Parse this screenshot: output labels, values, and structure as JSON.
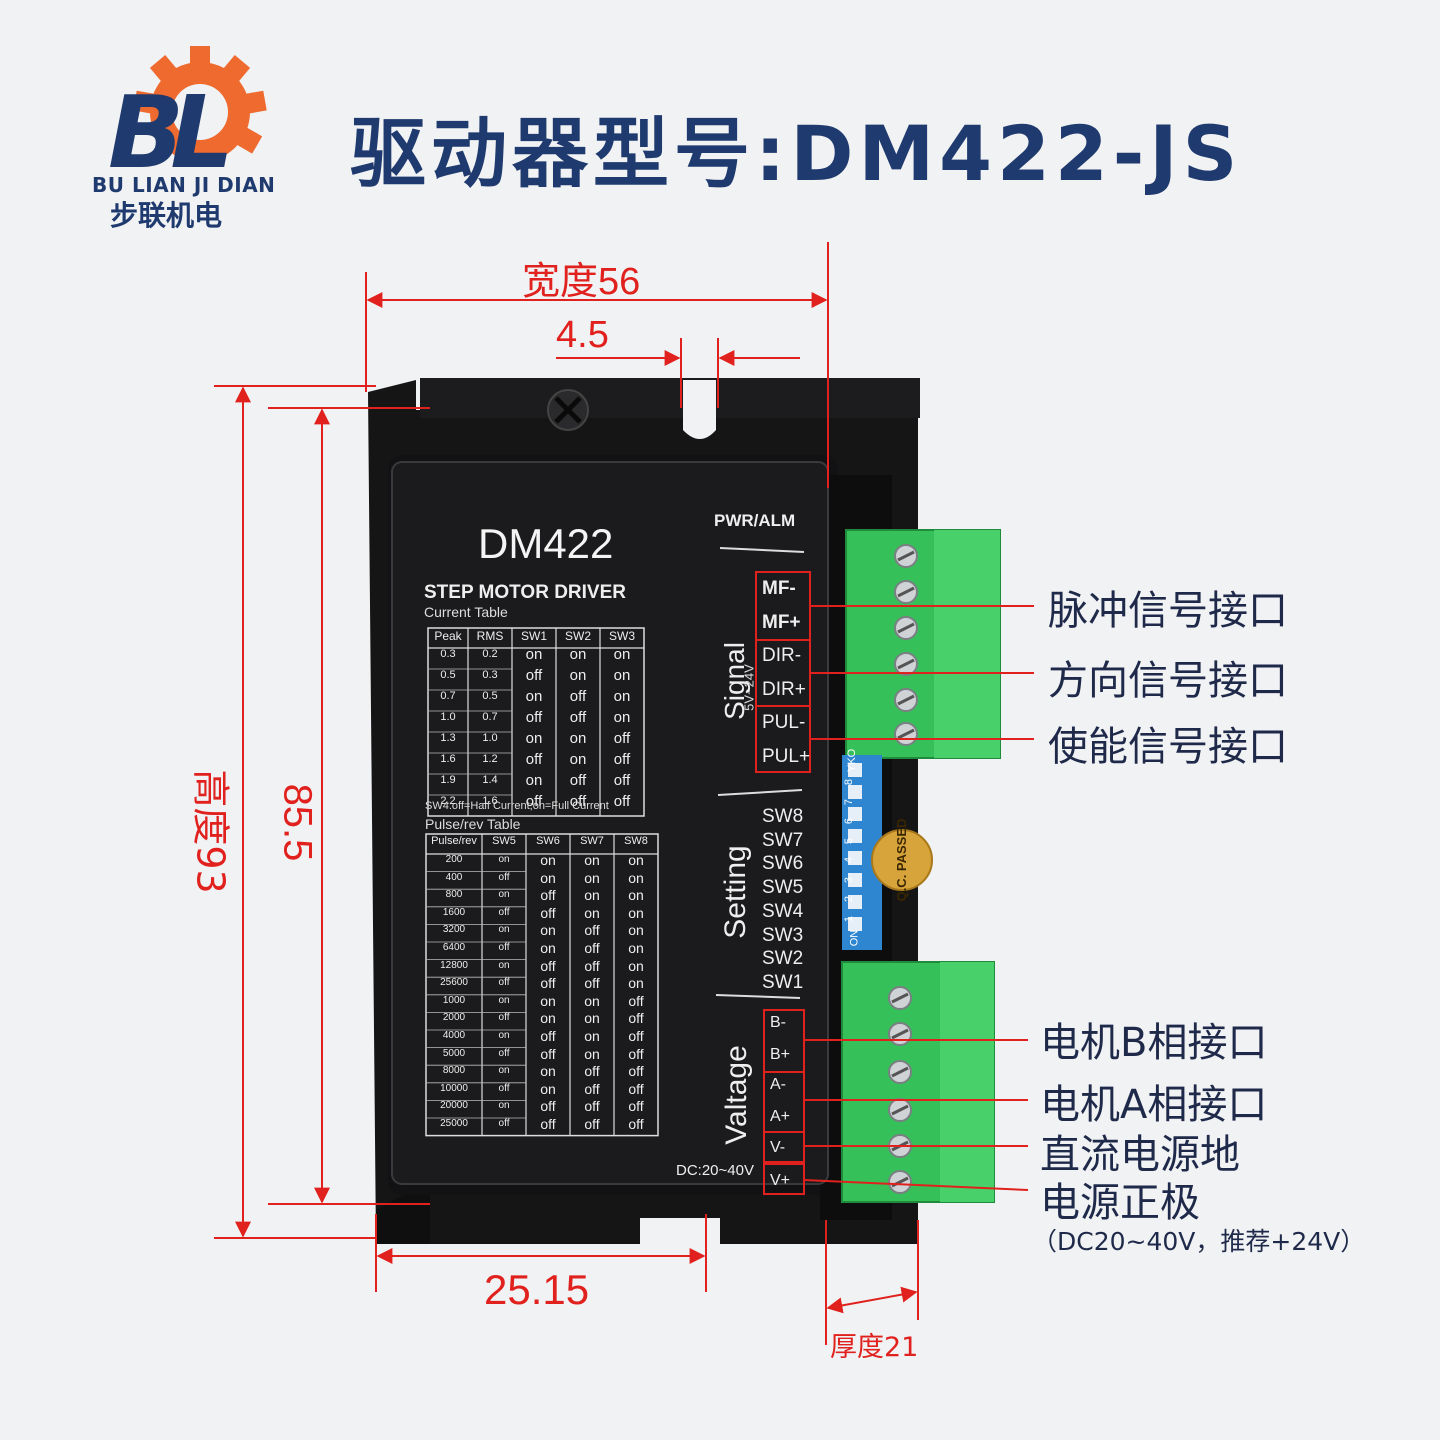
{
  "title": "驱动器型号:DM422-JS",
  "brand": {
    "letters": "BL",
    "name_en": "BU LIAN JI DIAN",
    "name_cn": "步联机电",
    "colors": {
      "navy": "#1f3a6e",
      "orange": "#ef6a2e"
    }
  },
  "dimensions": {
    "width": "宽度56",
    "mount_offset": "4.5",
    "height": "高度93",
    "hole_spacing": "85.5",
    "bottom_offset": "25.15",
    "thickness": "厚度21"
  },
  "device": {
    "model": "DM422",
    "subtitle": "STEP MOTOR DRIVER",
    "current_table_label": "Current Table",
    "current_headers": [
      "Peak",
      "RMS",
      "SW1",
      "SW2",
      "SW3"
    ],
    "current_rows": [
      [
        "0.3",
        "0.2",
        "on",
        "on",
        "on"
      ],
      [
        "0.5",
        "0.3",
        "off",
        "on",
        "on"
      ],
      [
        "0.7",
        "0.5",
        "on",
        "off",
        "on"
      ],
      [
        "1.0",
        "0.7",
        "off",
        "off",
        "on"
      ],
      [
        "1.3",
        "1.0",
        "on",
        "on",
        "off"
      ],
      [
        "1.6",
        "1.2",
        "off",
        "on",
        "off"
      ],
      [
        "1.9",
        "1.4",
        "on",
        "off",
        "off"
      ],
      [
        "2.2",
        "1.6",
        "off",
        "off",
        "off"
      ]
    ],
    "sw4_note": "SW4:off=Half Current;on=Full Current",
    "pulse_table_label": "Pulse/rev Table",
    "pulse_headers": [
      "Pulse/rev",
      "SW5",
      "SW6",
      "SW7",
      "SW8"
    ],
    "pulse_rows": [
      [
        "200",
        "on",
        "on",
        "on",
        "on"
      ],
      [
        "400",
        "off",
        "on",
        "on",
        "on"
      ],
      [
        "800",
        "on",
        "off",
        "on",
        "on"
      ],
      [
        "1600",
        "off",
        "off",
        "on",
        "on"
      ],
      [
        "3200",
        "on",
        "on",
        "off",
        "on"
      ],
      [
        "6400",
        "off",
        "on",
        "off",
        "on"
      ],
      [
        "12800",
        "on",
        "off",
        "off",
        "on"
      ],
      [
        "25600",
        "off",
        "off",
        "off",
        "on"
      ],
      [
        "1000",
        "on",
        "on",
        "on",
        "off"
      ],
      [
        "2000",
        "off",
        "on",
        "on",
        "off"
      ],
      [
        "4000",
        "on",
        "off",
        "on",
        "off"
      ],
      [
        "5000",
        "off",
        "off",
        "on",
        "off"
      ],
      [
        "8000",
        "on",
        "on",
        "off",
        "off"
      ],
      [
        "10000",
        "off",
        "on",
        "off",
        "off"
      ],
      [
        "20000",
        "on",
        "off",
        "off",
        "off"
      ],
      [
        "25000",
        "off",
        "off",
        "off",
        "off"
      ]
    ],
    "pwr_alm": "PWR/ALM",
    "signal_label": "Signal",
    "signal_voltage": "5V~24V",
    "signal_terminals": [
      "MF-",
      "MF+",
      "DIR-",
      "DIR+",
      "PUL-",
      "PUL+"
    ],
    "setting_label": "Setting",
    "setting_switches": [
      "SW8",
      "SW7",
      "SW6",
      "SW5",
      "SW4",
      "SW3",
      "SW2",
      "SW1"
    ],
    "voltage_label": "Valtage",
    "power_terminals": [
      "B-",
      "B+",
      "A-",
      "A+",
      "V-",
      "V+"
    ],
    "dc_range": "DC:20~40V",
    "dip_numbers": [
      "ON",
      "1",
      "2",
      "3",
      "4",
      "5",
      "6",
      "7",
      "8"
    ],
    "dip_side_label": "YKO",
    "qc_label": "Q.C. PASSED"
  },
  "callouts": {
    "pulse": "脉冲信号接口",
    "direction": "方向信号接口",
    "enable": "使能信号接口",
    "motor_b": "电机B相接口",
    "motor_a": "电机A相接口",
    "dc_ground": "直流电源地",
    "power_positive": "电源正极",
    "power_note": "（DC20~40V，推荐+24V）"
  }
}
